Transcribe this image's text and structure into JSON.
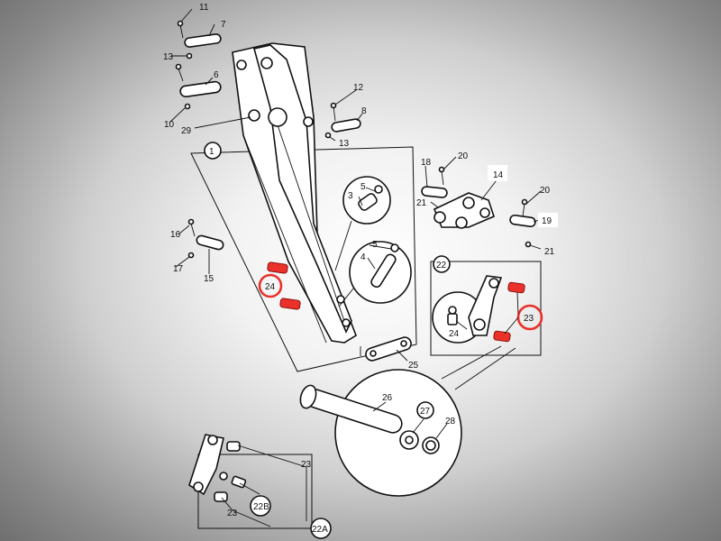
{
  "diagram": {
    "labels": {
      "l1": "1",
      "l3": "3",
      "l4": "4",
      "l5a": "5",
      "l5b": "5",
      "l6": "6",
      "l7": "7",
      "l8": "8",
      "l10": "10",
      "l11": "11",
      "l12": "12",
      "l13a": "13",
      "l13b": "13",
      "l14": "14",
      "l15": "15",
      "l16": "16",
      "l17": "17",
      "l18": "18",
      "l19": "19",
      "l20a": "20",
      "l20b": "20",
      "l21a": "21",
      "l21b": "21",
      "l22": "22",
      "l22a": "22A",
      "l22b": "22B",
      "l23a": "23",
      "l23b": "23",
      "l23c": "23",
      "l24a": "24",
      "l24b": "24",
      "l25": "25",
      "l26": "26",
      "l27": "27",
      "l28": "28",
      "l29": "29"
    },
    "colors": {
      "highlight": "#e8322a",
      "line": "#111111"
    }
  }
}
